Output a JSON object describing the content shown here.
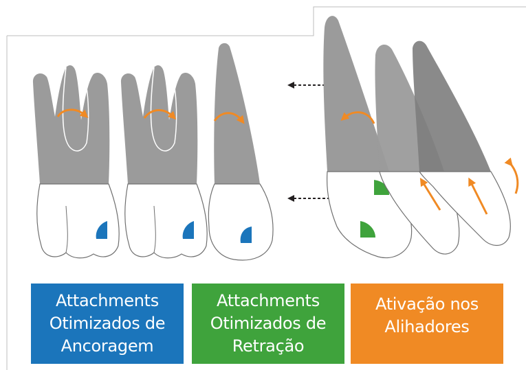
{
  "colors": {
    "root": "#9b9b9b",
    "root_dark": "#7d7d7d",
    "crown": "#ffffff",
    "outline": "#6f6f6f",
    "anchorage_blue": "#1b75bb",
    "retraction_green": "#3fa33c",
    "activation_orange": "#f08a24",
    "arrow_black": "#231f20"
  },
  "legend": [
    {
      "key": "anchorage",
      "lines": [
        "Attachments",
        "Otimizados de",
        "Ancoragem"
      ]
    },
    {
      "key": "retraction",
      "lines": [
        "Attachments",
        "Otimizados de",
        "Retração"
      ]
    },
    {
      "key": "activation",
      "lines": [
        "Ativação nos",
        "Alihadores"
      ]
    }
  ],
  "icons": {
    "rotation_arrow": "curved-rotation-arrow-icon",
    "force_arrow": "straight-force-arrow-icon",
    "retraction_arrow": "dashed-retraction-arrow-icon"
  }
}
